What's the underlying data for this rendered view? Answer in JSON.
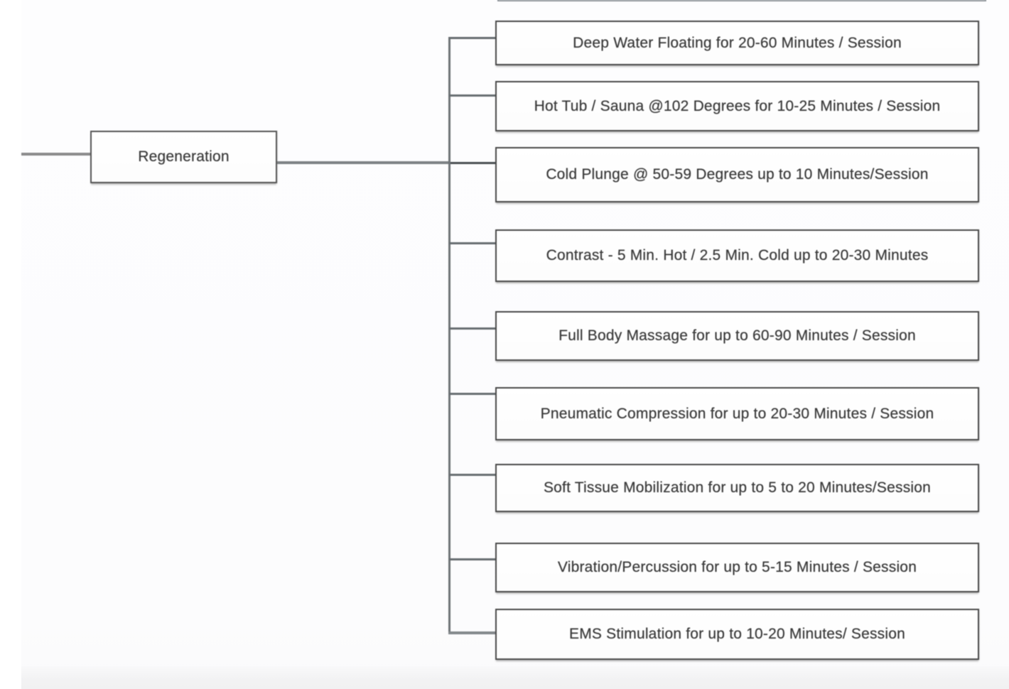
{
  "diagram": {
    "root": {
      "label": "Regeneration"
    },
    "children": [
      {
        "label": "Deep Water Floating for 20-60 Minutes / Session"
      },
      {
        "label": "Hot Tub / Sauna @102 Degrees for 10-25 Minutes / Session"
      },
      {
        "label": "Cold Plunge @ 50-59 Degrees up to 10 Minutes/Session"
      },
      {
        "label": "Contrast - 5 Min. Hot / 2.5 Min. Cold up to 20-30 Minutes"
      },
      {
        "label": "Full Body Massage for up to 60-90 Minutes / Session"
      },
      {
        "label": "Pneumatic Compression for up to 20-30 Minutes / Session"
      },
      {
        "label": "Soft Tissue Mobilization for up to 5 to 20 Minutes/Session"
      },
      {
        "label": "Vibration/Percussion for up to 5-15 Minutes / Session"
      },
      {
        "label": "EMS Stimulation for up to 10-20 Minutes/ Session"
      }
    ],
    "colors": {
      "node_border": "#4a4a4a",
      "node_fill": "#ffffff",
      "connector_gray": "#7f8487",
      "text": "#3a3a3a",
      "bottom_band": "#f2f2f3"
    }
  }
}
